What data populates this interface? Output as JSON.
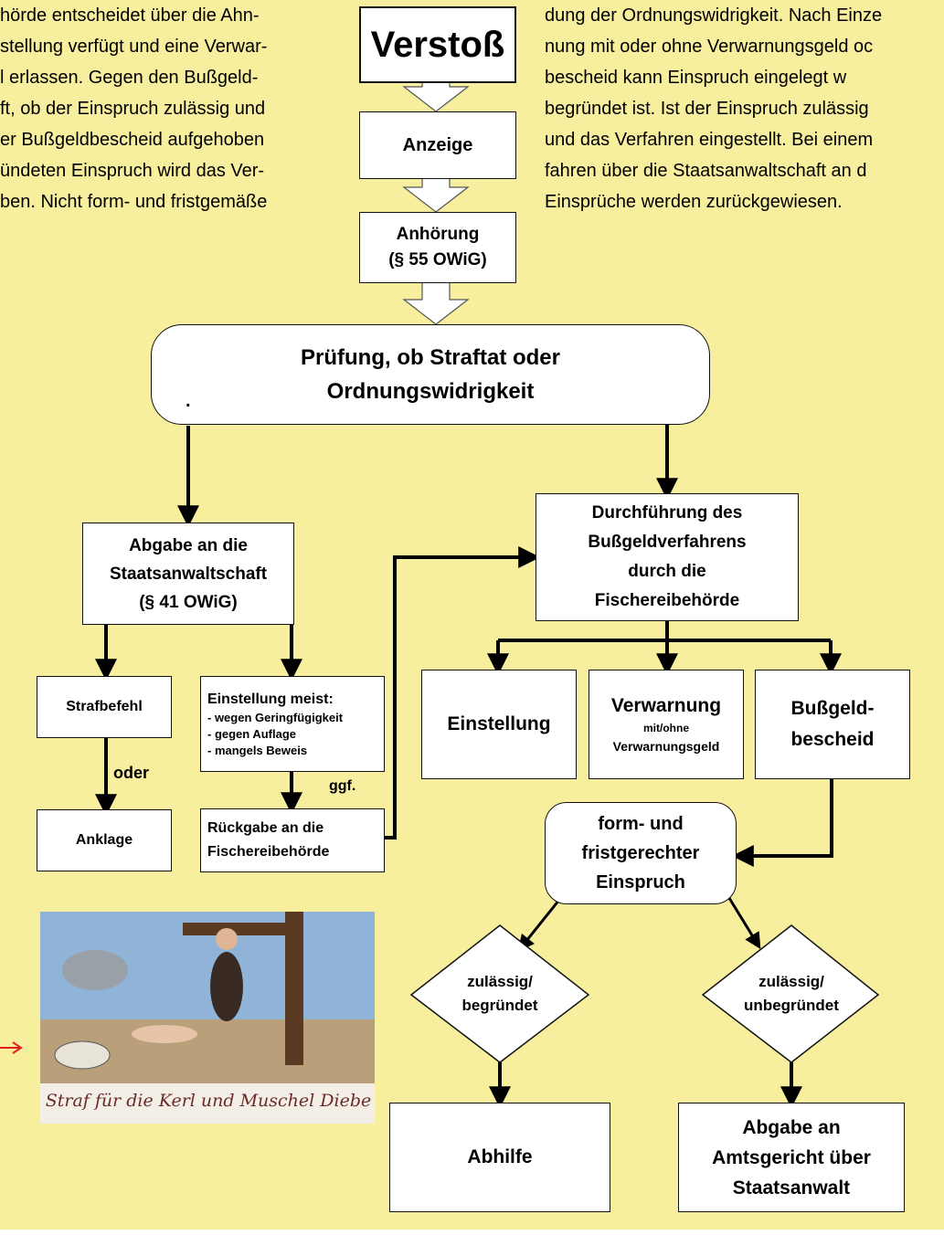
{
  "text_left": [
    "hörde entscheidet über die Ahn-",
    "stellung verfügt und eine Verwar-",
    "l erlassen. Gegen den Bußgeld-",
    "ft, ob der Einspruch zulässig und",
    "er Bußgeldbescheid aufgehoben",
    "ündeten Einspruch wird das Ver-",
    "ben. Nicht form- und fristgemäße"
  ],
  "text_right": [
    "dung der Ordnungswidrigkeit. Nach Einze",
    "nung mit oder ohne Verwarnungsgeld oc",
    "bescheid kann Einspruch eingelegt w",
    "begründet ist. Ist der Einspruch zulässig",
    "und das Verfahren eingestellt. Bei einem",
    "fahren über die Staatsanwaltschaft an d",
    "Einsprüche werden zurückgewiesen."
  ],
  "flow": {
    "verstoss": "Verstoß",
    "anzeige": "Anzeige",
    "anhoerung_1": "Anhörung",
    "anhoerung_2": "(§ 55 OWiG)",
    "pruefung_1": "Prüfung, ob Straftat oder",
    "pruefung_2": "Ordnungswidrigkeit",
    "pruefung_dot": ".",
    "abgabe_1": "Abgabe an die",
    "abgabe_2": "Staatsanwaltschaft",
    "abgabe_3": "(§ 41 OWiG)",
    "strafbefehl": "Strafbefehl",
    "oder": "oder",
    "anklage": "Anklage",
    "einstellung_title": "Einstellung meist:",
    "einstellung_items": [
      "- wegen Geringfügigkeit",
      "- gegen Auflage",
      "- mangels Beweis"
    ],
    "ggf": "ggf.",
    "rueckgabe_1": "Rückgabe an die",
    "rueckgabe_2": "Fischereibehörde",
    "durch_1": "Durchführung des",
    "durch_2": "Bußgeldverfahrens",
    "durch_3": "durch die",
    "durch_4": "Fischereibehörde",
    "einstellung": "Einstellung",
    "verwarnung": "Verwarnung",
    "verwarnung_sub_1": "mit/ohne",
    "verwarnung_sub_2": "Verwarnungsgeld",
    "bescheid_1": "Bußgeld-",
    "bescheid_2": "bescheid",
    "einspruch_1": "form- und",
    "einspruch_2": "fristgerechter",
    "einspruch_3": "Einspruch",
    "zul_begr_1": "zulässig/",
    "zul_begr_2": "begründet",
    "zul_unbegr_1": "zulässig/",
    "zul_unbegr_2": "unbegründet",
    "abhilfe": "Abhilfe",
    "amts_1": "Abgabe an",
    "amts_2": "Amtsgericht über",
    "amts_3": "Staatsanwalt"
  },
  "picture": {
    "caption": "Straf für die Kerl und Muschel Diebe"
  },
  "colors": {
    "panel": "#f8ef9e",
    "pointer_arrow": "#e02020"
  }
}
